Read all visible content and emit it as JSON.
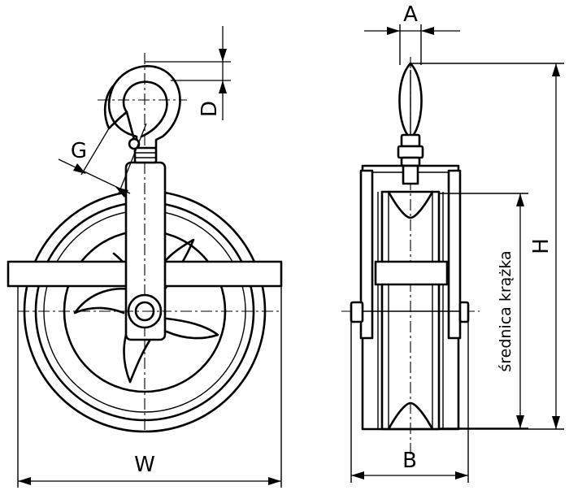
{
  "labels": {
    "A": "A",
    "B": "B",
    "D": "D",
    "G": "G",
    "H": "H",
    "W": "W",
    "wheel_diameter": "średnica krążka"
  }
}
